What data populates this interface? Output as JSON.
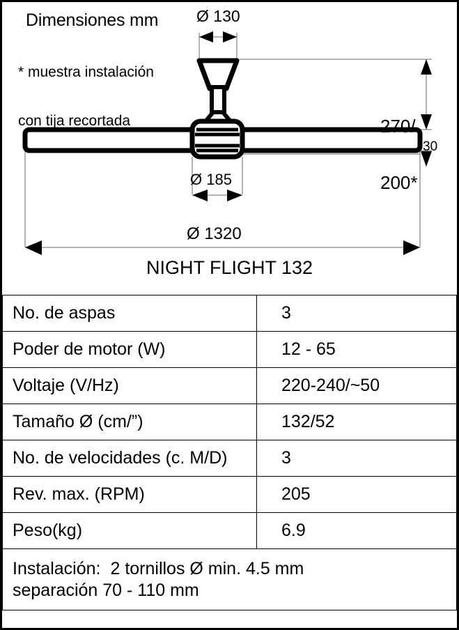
{
  "diagram": {
    "title": "Dimensiones mm",
    "note_line1": "* muestra instalación",
    "note_line2": "con tija recortada",
    "dim_canopy": "Ø 130",
    "dim_height": "270/",
    "dim_height_alt": "200*",
    "dim_blade_thickness": "30",
    "dim_motor": "Ø 185",
    "dim_span": "Ø 1320",
    "model_name": "NIGHT FLIGHT 132"
  },
  "spec_table": {
    "rows": [
      {
        "label": "No. de aspas",
        "value": "3",
        "small": false
      },
      {
        "label": "Poder de motor (W)",
        "value": "12 - 65",
        "small": false
      },
      {
        "label": "Voltaje (V/Hz)",
        "value": "220-240/~50",
        "small": false
      },
      {
        "label": "Tamaño Ø (cm/”)",
        "value": "132/52",
        "small": false
      },
      {
        "label": "No. de velocidades (c. M/D)",
        "value": "3",
        "small": true
      },
      {
        "label": "Rev. max. (RPM)",
        "value": "205",
        "small": false
      },
      {
        "label": "Peso(kg)",
        "value": "6.9",
        "small": false
      }
    ],
    "install_label": "Instalación:",
    "install_line1": "2 tornillos Ø min. 4.5 mm",
    "install_line2": "separación 70 - 110 mm"
  },
  "colors": {
    "ink": "#000000",
    "paper": "#ffffff",
    "thin_line": "#555555"
  }
}
